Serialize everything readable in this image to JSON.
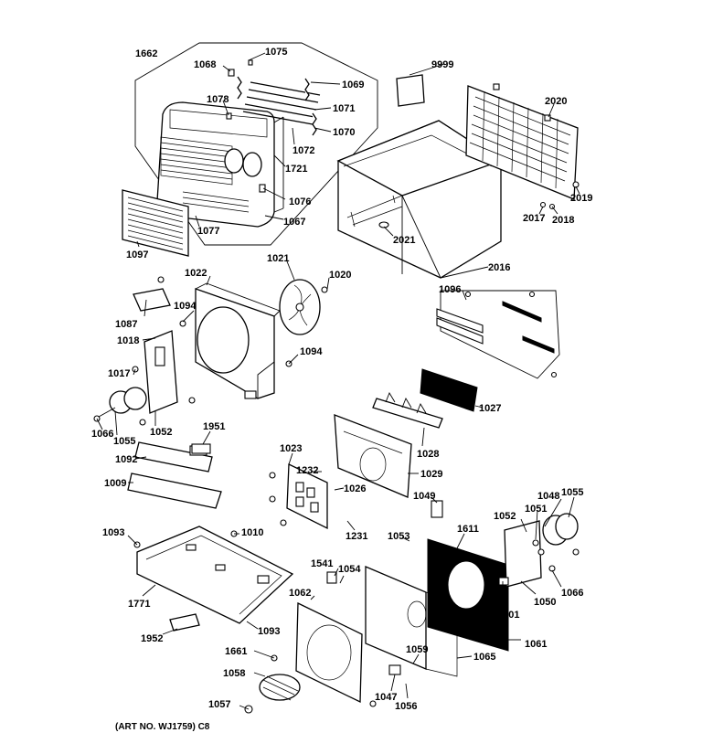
{
  "labels": {
    "l1662": "1662",
    "l1075": "1075",
    "l1068a": "1068",
    "l1069": "1069",
    "l1078": "1078",
    "l1071": "1071",
    "l1070": "1070",
    "l1072": "1072",
    "l1721": "1721",
    "l1076": "1076",
    "l1067": "1067",
    "l1077": "1077",
    "l1097": "1097",
    "l9999": "9999",
    "l2020": "2020",
    "l2019": "2019",
    "l2017": "2017",
    "l2018": "2018",
    "l2021": "2021",
    "l2016": "2016",
    "l1022": "1022",
    "l1021": "1021",
    "l1020": "1020",
    "l1087": "1087",
    "l1094a": "1094",
    "l1094b": "1094",
    "l1018": "1018",
    "l1017": "1017",
    "l1066a": "1066",
    "l1055a": "1055",
    "l1052a": "1052",
    "l1096": "1096",
    "l1027": "1027",
    "l1028": "1028",
    "l1029": "1029",
    "l1951": "1951",
    "l1092": "1092",
    "l1009": "1009",
    "l1023": "1023",
    "l1232": "1232",
    "l1026": "1026",
    "l1231": "1231",
    "l1049": "1049",
    "l1048": "1048",
    "l1055b": "1055",
    "l1051": "1051",
    "l1052b": "1052",
    "l1093a": "1093",
    "l1010": "1010",
    "l1053": "1053",
    "l1611": "1611",
    "l1771": "1771",
    "l1541": "1541",
    "l1054": "1054",
    "l1062": "1062",
    "l1066b": "1066",
    "l1050": "1050",
    "l1501": "1501",
    "l1952": "1952",
    "l1093b": "1093",
    "l1061": "1061",
    "l1661": "1661",
    "l1059": "1059",
    "l1065": "1065",
    "l1058": "1058",
    "l1057": "1057",
    "l1047": "1047",
    "l1056": "1056"
  },
  "caption": "(ART NO. WJ1759) C8"
}
